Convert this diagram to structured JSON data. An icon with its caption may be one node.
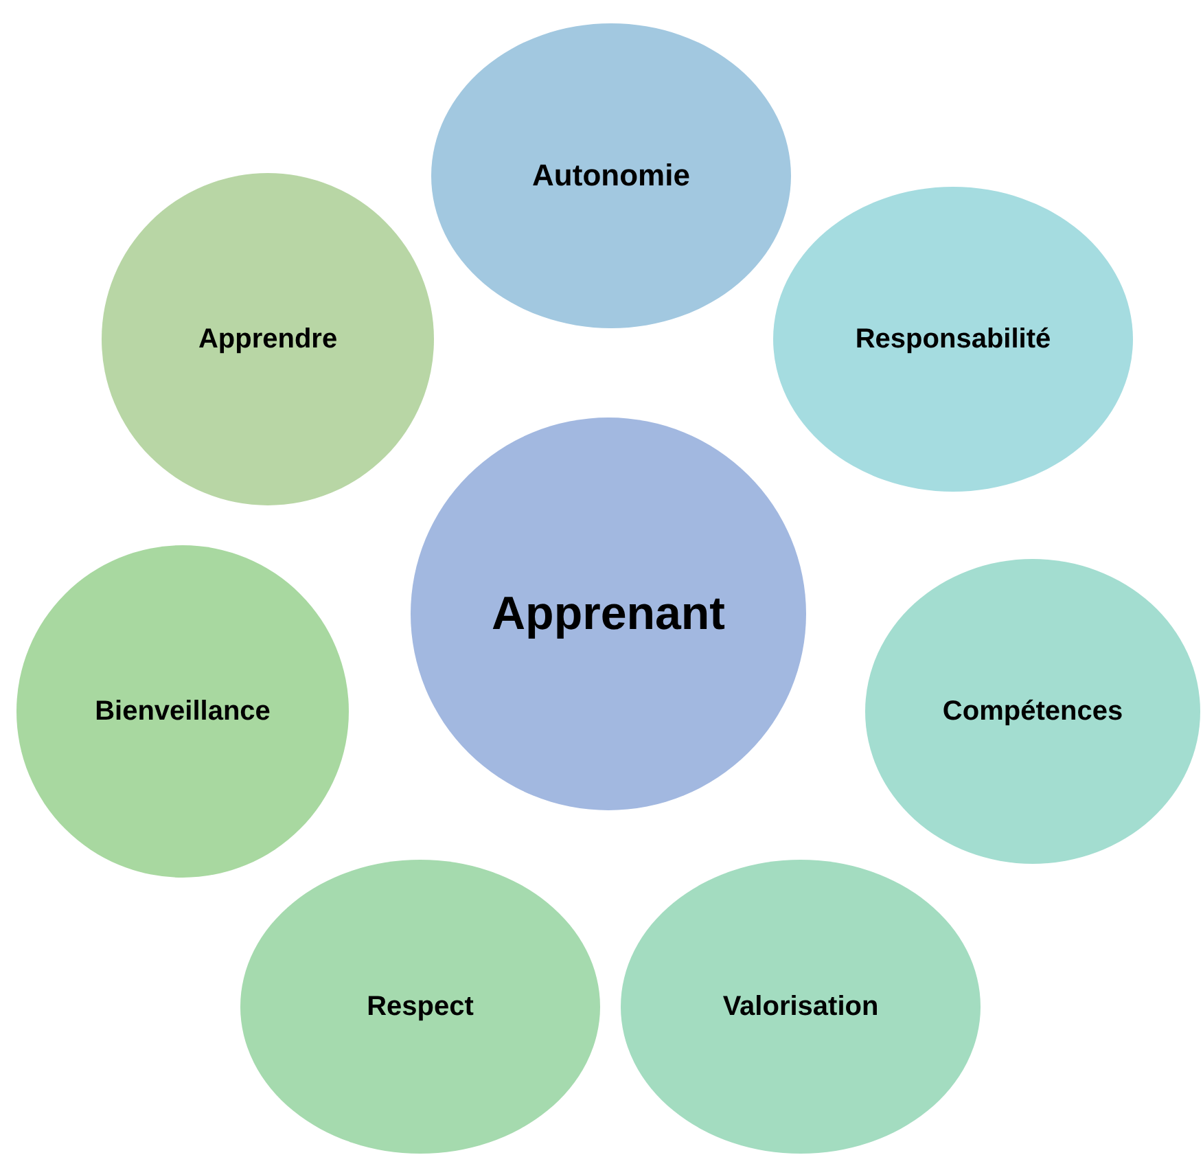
{
  "diagram": {
    "nodes": [
      {
        "text": [
          "Autonomie"
        ]
      },
      {
        "text": [
          "Apprendre"
        ]
      },
      {
        "text": [
          "Responsabilité"
        ]
      },
      {
        "text": [
          "Apprenant"
        ]
      },
      {
        "text": [
          "Bienveillance"
        ]
      },
      {
        "text": [
          "Compétences"
        ]
      },
      {
        "text": [
          "Respect"
        ]
      },
      {
        "text": [
          "Valorisation"
        ]
      }
    ]
  }
}
